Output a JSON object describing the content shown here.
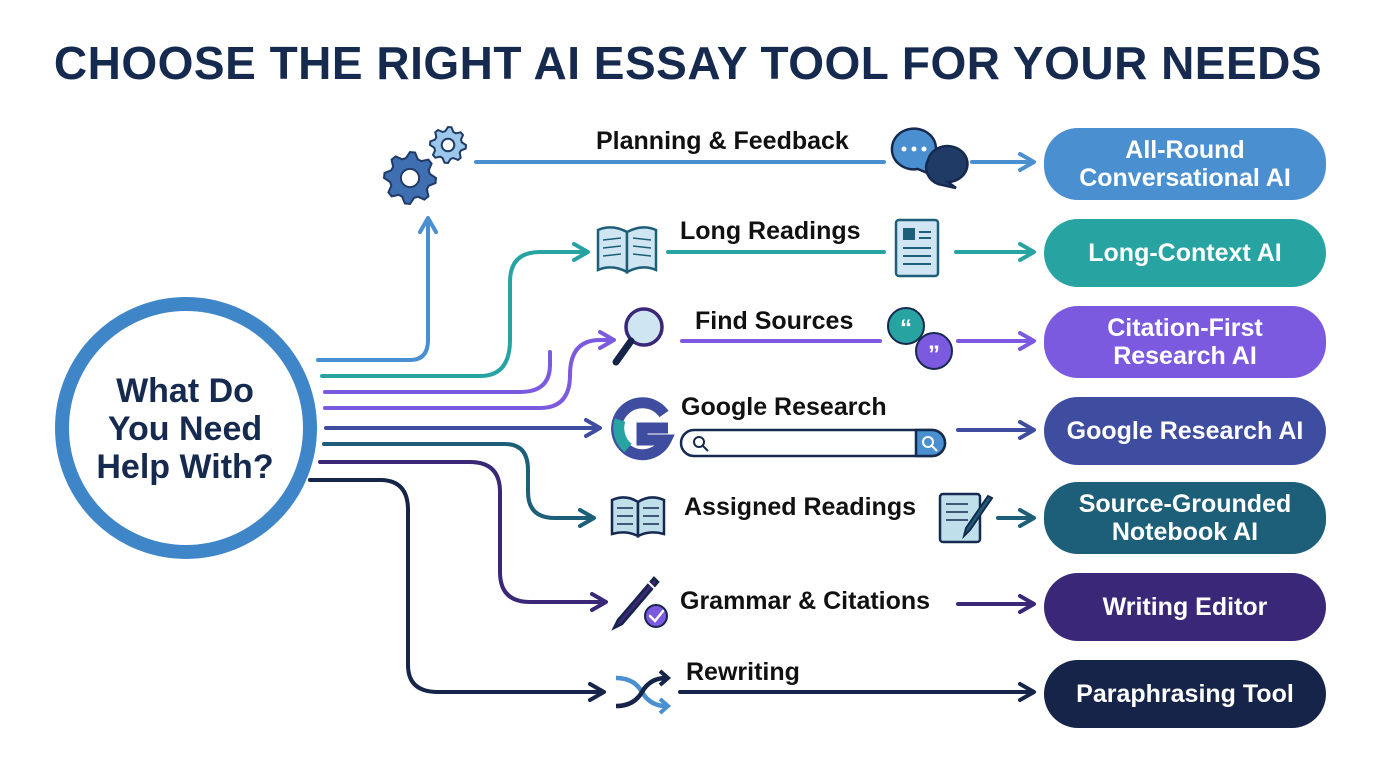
{
  "title": "CHOOSE THE RIGHT AI ESSAY TOOL FOR YOUR NEEDS",
  "hub": {
    "text": "What Do\nYou Need\nHelp With?"
  },
  "colors": {
    "navy": "#152a4e",
    "hub_ring": "#3f86c8",
    "blue": "#4a8fd0",
    "teal": "#27a3a2",
    "purple": "#7b5ae0",
    "indigo": "#3f4da0",
    "dark_teal": "#1d5e78",
    "deep_purple": "#3a2778",
    "midnight": "#152448"
  },
  "branches": [
    {
      "label": "Planning & Feedback",
      "icon": "speech-bubbles-icon",
      "left_icon": "gears-icon",
      "tool": "All-Round\nConversational AI",
      "color": "#4a8fd0"
    },
    {
      "label": "Long Readings",
      "icon": "document-icon",
      "left_icon": "open-book-icon",
      "tool": "Long-Context AI",
      "color": "#27a3a2"
    },
    {
      "label": "Find Sources",
      "icon": "quote-bubbles-icon",
      "left_icon": "magnifier-icon",
      "tool": "Citation-First\nResearch AI",
      "color": "#7b5ae0"
    },
    {
      "label": "Google Research",
      "icon": "search-bar-icon",
      "left_icon": "google-g-icon",
      "tool": "Google Research AI",
      "color": "#3f4da0"
    },
    {
      "label": "Assigned Readings",
      "icon": "notebook-pencil-icon",
      "left_icon": "book-icon",
      "tool": "Source-Grounded\nNotebook AI",
      "color": "#1d5e78"
    },
    {
      "label": "Grammar & Citations",
      "icon": "",
      "left_icon": "pen-check-icon",
      "tool": "Writing Editor",
      "color": "#3a2778"
    },
    {
      "label": "Rewriting",
      "icon": "",
      "left_icon": "shuffle-icon",
      "tool": "Paraphrasing Tool",
      "color": "#152448"
    }
  ]
}
